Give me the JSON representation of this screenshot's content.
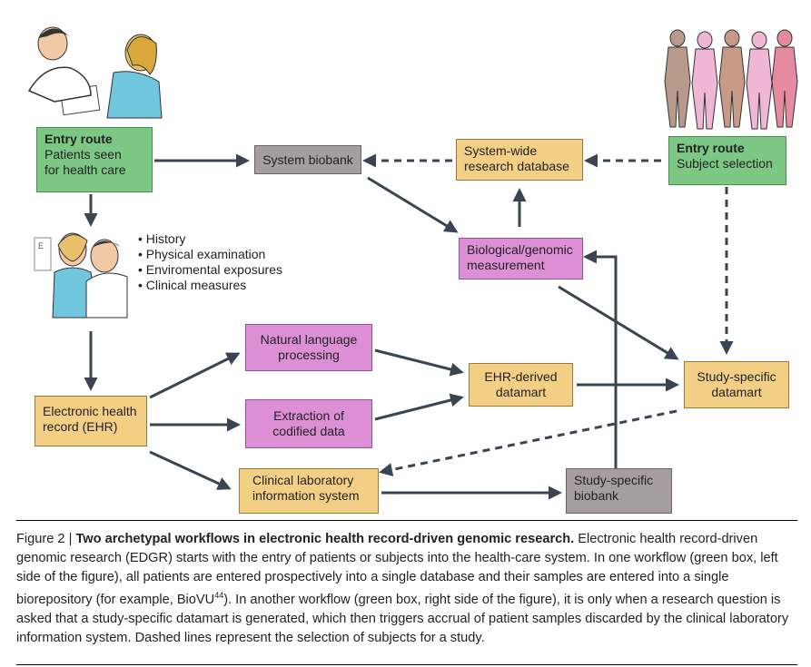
{
  "boxes": {
    "entry_left": {
      "title": "Entry route",
      "line1": "Patients seen",
      "line2": "for health care"
    },
    "system_biobank": "System biobank",
    "system_wide_db": {
      "line1": "System-wide",
      "line2": "research database"
    },
    "entry_right": {
      "title": "Entry route",
      "line1": "Subject selection"
    },
    "bio_measurement": {
      "line1": "Biological/genomic",
      "line2": "measurement"
    },
    "nlp": {
      "line1": "Natural language",
      "line2": "processing"
    },
    "ehr_datamart": {
      "line1": "EHR-derived",
      "line2": "datamart"
    },
    "study_datamart": {
      "line1": "Study-specific",
      "line2": "datamart"
    },
    "ehr": {
      "line1": "Electronic health",
      "line2": "record (EHR)"
    },
    "extraction": {
      "line1": "Extraction of",
      "line2": "codified data"
    },
    "clinical_lab": {
      "line1": "Clinical laboratory",
      "line2": "information system"
    },
    "study_biobank": {
      "line1": "Study-specific",
      "line2": "biobank"
    }
  },
  "bullets": [
    "History",
    "Physical examination",
    "Enviromental exposures",
    "Clinical measures"
  ],
  "caption": {
    "label": "Figure 2 | ",
    "title": "Two archetypal workflows in electronic health record-driven genomic research.",
    "body": " Electronic health record-driven genomic research (EDGR) starts with the entry of patients or subjects into the health-care system. In one workflow (green box, left side of the figure), all patients are entered prospectively into a single database and their samples are entered into a single biorepository (for example, BioVU",
    "superscript": "44",
    "body2": "). In another workflow (green box, right side of the figure), it is only when a research question is asked that a study-specific datamart is generated, which then triggers accrual of patient samples discarded by the clinical laboratory information system. Dashed lines represent the selection of subjects for a study."
  },
  "colors": {
    "green": "#7dc785",
    "tan": "#f3cf86",
    "pink": "#dd8fd6",
    "gray": "#a59d9f",
    "arrow": "#3b4452"
  }
}
